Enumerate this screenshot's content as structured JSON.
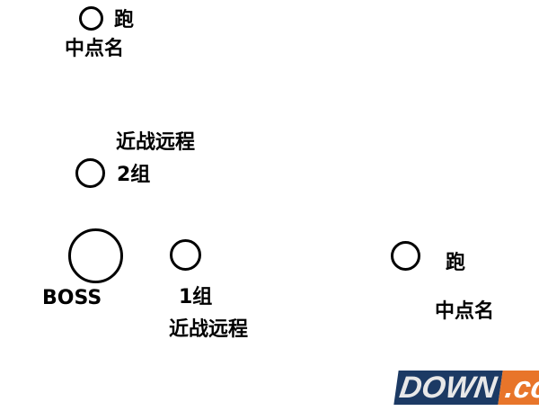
{
  "labels": {
    "top_run": "跑",
    "top_mid": "中点名",
    "group2_role": "近战远程",
    "group2": "2组",
    "boss": "BOSS",
    "group1": "1组",
    "group1_role": "近战远程",
    "right_run": "跑",
    "right_mid": "中点名"
  },
  "watermark": {
    "main": "DOWN",
    "suffix": ".cc",
    "colors": {
      "main_bg": "#1c3a64",
      "suffix_bg": "#e8752a"
    }
  }
}
